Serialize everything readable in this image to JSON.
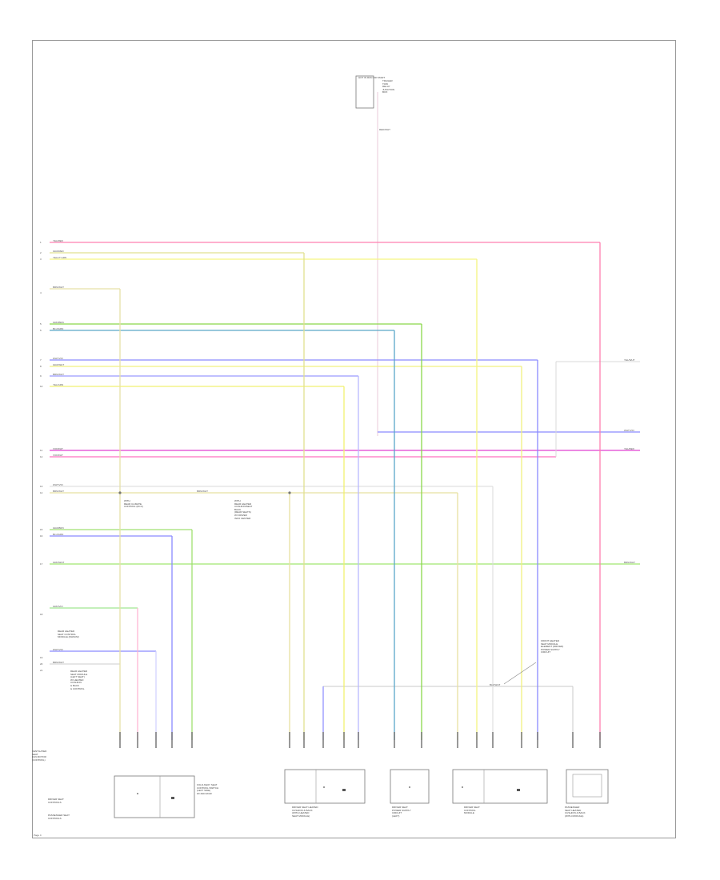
{
  "diagram": {
    "page_label": "Page 4",
    "connector_top": {
      "box_text": "HOT IN RUN OR START",
      "label": "TRAILER\nTOW\nRELAY\nJUNCTION\nBOX",
      "pin": "RED/WHT"
    },
    "left_pins": [
      "1",
      "2",
      "3",
      "4",
      "5",
      "6",
      "7",
      "8",
      "9",
      "10",
      "11",
      "12",
      "13",
      "14",
      "15",
      "16",
      "17",
      "18",
      "19",
      "20",
      "21"
    ],
    "wires": {
      "w1": "YEL/RED",
      "w2": "GRA/RED",
      "w3": "YEL/LT GRN",
      "w4": "BRN/WHT",
      "w5": "GRN/BRN",
      "w6": "BLU/GRN",
      "w7": "WHT/VIO",
      "w8": "GRA/WHT",
      "w9": "BRN/WHT",
      "w10": "YEL/GRN",
      "w11": "VIO/WHT",
      "w12": "VIO/WHT",
      "w13": "WHT/VIO",
      "w14": "BRN/WHT",
      "w15": "GRA/BRN",
      "w16": "BLU/GRN",
      "w17": "GRN/WHT",
      "w18": "GRN/VIO",
      "w19": "WHT/VIO",
      "w20": "BRN/WHT",
      "splice_mid": "BRN/WHT",
      "right1": "YEL/WHT",
      "right2": "WHT/VIO",
      "right3": "YEL/RED",
      "right4": "BRN/WHT",
      "ground": "BLK/WHT"
    },
    "notes": {
      "note1": "WITH\nREAR CLIMATE\nCONTROL (RCC)",
      "note2": "WITH\nREAR HEATED\nCUSHION/SEAT\nBACK\n(REAR SEATS)\nW/ DRIVER\nINFO CENTER",
      "note3": "REAR HEATED\nSEAT CONTROL\nMODULE (RHSCM)",
      "note4": "FRONT HEATED\nSEAT MODULE\nELEMENT (DRIVER)\nPOWER SUPPLY\nCIRCUIT",
      "note5": "REAR HEATED\nSEAT MODULE\n(LEFT SEAT)\nW/ HEATED\nCUSHION\n& BACK\n& CONTROL",
      "note6": "VENTILATED\nSEAT\nFAN MOTOR\n(CONTROL)"
    },
    "components": {
      "c1": "FOLD AWAY SEAT\nCONTROL SWITCH\n(LEFT SIDE)\nW/ 2ND ROW",
      "c2": "DRIVER SEAT HEATED\nCUSHION & BACK\n(WITH HEATED\nSEAT MODULE)",
      "c3": "DRIVER SEAT\nPOWER SUPPLY\nCIRCUIT\n(LEFT)",
      "c4": "DRIVER SEAT\nCONTROL\nMODULE",
      "c5": "PASSENGER\nSEAT HEATED\nCUSHION & BACK\n(WITH MODULE)"
    },
    "legend": {
      "l1": "DRIVER SEAT\nCONTROLS",
      "l2": "PASSENGER SEAT\nCONTROLS"
    }
  }
}
